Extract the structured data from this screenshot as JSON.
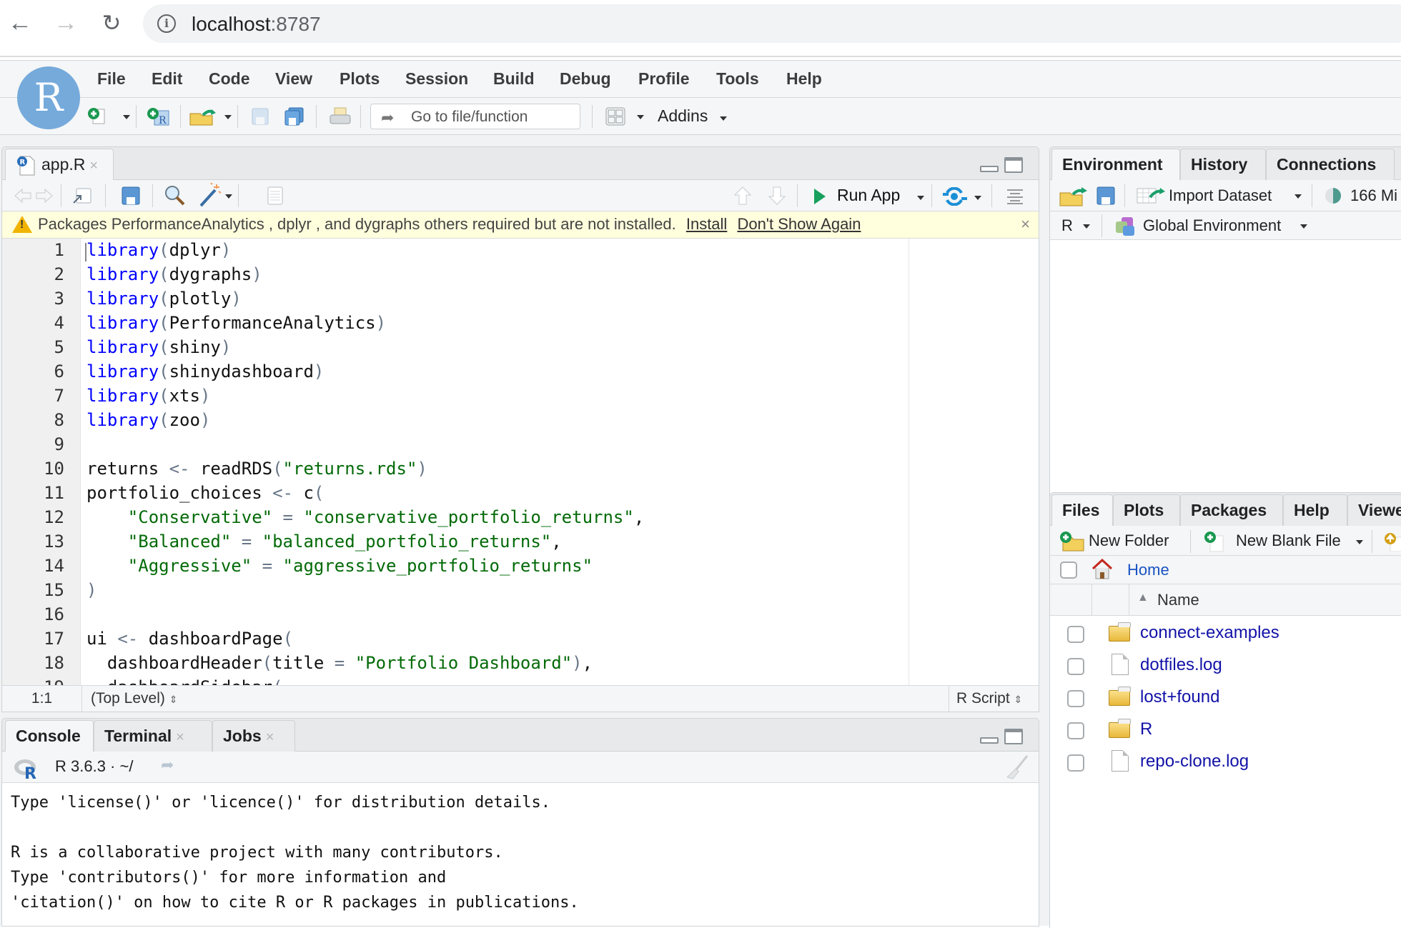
{
  "browser": {
    "url_host": "localhost",
    "url_port": ":8787"
  },
  "menu": [
    "File",
    "Edit",
    "Code",
    "View",
    "Plots",
    "Session",
    "Build",
    "Debug",
    "Profile",
    "Tools",
    "Help"
  ],
  "toolbar": {
    "goto_placeholder": "Go to file/function",
    "addins_label": "Addins"
  },
  "editor": {
    "tab_label": "app.R",
    "run_app_label": "Run App",
    "warning": {
      "text": "Packages PerformanceAnalytics , dplyr , and dygraphs others required but are not installed.",
      "install_link": "Install",
      "dont_show_link": "Don't Show Again"
    },
    "lines": [
      "library(dplyr)",
      "library(dygraphs)",
      "library(plotly)",
      "library(PerformanceAnalytics)",
      "library(shiny)",
      "library(shinydashboard)",
      "library(xts)",
      "library(zoo)",
      "",
      "returns <- readRDS(\"returns.rds\")",
      "portfolio_choices <- c(",
      "    \"Conservative\" = \"conservative_portfolio_returns\",",
      "    \"Balanced\" = \"balanced_portfolio_returns\",",
      "    \"Aggressive\" = \"aggressive_portfolio_returns\"",
      ")",
      "",
      "ui <- dashboardPage(",
      "  dashboardHeader(title = \"Portfolio Dashboard\"),",
      "  dashboardSidebar("
    ],
    "status": {
      "cursor_pos": "1:1",
      "scope": "(Top Level)",
      "file_type": "R Script"
    }
  },
  "console": {
    "tabs": [
      "Console",
      "Terminal",
      "Jobs"
    ],
    "r_version": "R 3.6.3",
    "working_dir": "~/",
    "output": [
      "Type 'license()' or 'licence()' for distribution details.",
      "",
      "R is a collaborative project with many contributors.",
      "Type 'contributors()' for more information and",
      "'citation()' on how to cite R or R packages in publications."
    ]
  },
  "environment": {
    "tabs": [
      "Environment",
      "History",
      "Connections"
    ],
    "import_dataset_label": "Import Dataset",
    "memory_label": "166 Mi",
    "language": "R",
    "scope": "Global Environment"
  },
  "files": {
    "tabs": [
      "Files",
      "Plots",
      "Packages",
      "Help",
      "Viewer"
    ],
    "new_folder_label": "New Folder",
    "new_blank_file_label": "New Blank File",
    "breadcrumb": "Home",
    "column_name": "Name",
    "items": [
      {
        "name": "connect-examples",
        "type": "folder"
      },
      {
        "name": "dotfiles.log",
        "type": "file"
      },
      {
        "name": "lost+found",
        "type": "folder"
      },
      {
        "name": "R",
        "type": "folder"
      },
      {
        "name": "repo-clone.log",
        "type": "file"
      }
    ]
  }
}
